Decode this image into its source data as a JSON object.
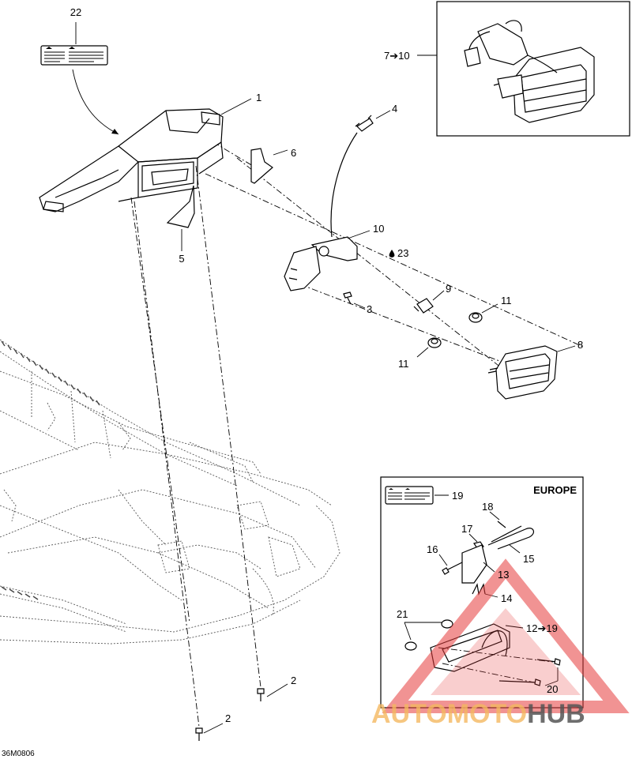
{
  "diagram": {
    "code": "36M0806",
    "labels": {
      "p1": "1",
      "p2a": "2",
      "p2b": "2",
      "p3": "3",
      "p4": "4",
      "p5": "5",
      "p6": "6",
      "p7to10": "7➔10",
      "p8": "8",
      "p9": "9",
      "p10": "10",
      "p11a": "11",
      "p11b": "11",
      "p22": "22",
      "p23": "23",
      "p13": "13",
      "p14": "14",
      "p15": "15",
      "p16": "16",
      "p17": "17",
      "p18": "18",
      "p19": "19",
      "p12to19": "12➔19",
      "p20": "20",
      "p21": "21"
    },
    "inset_title": "EUROPE"
  },
  "watermark": {
    "part1": "AUTOMOTO",
    "part2": "HUB"
  },
  "colors": {
    "watermark_orange": "#f4b860",
    "watermark_red": "#e63a3a",
    "watermark_grey": "#555555"
  }
}
